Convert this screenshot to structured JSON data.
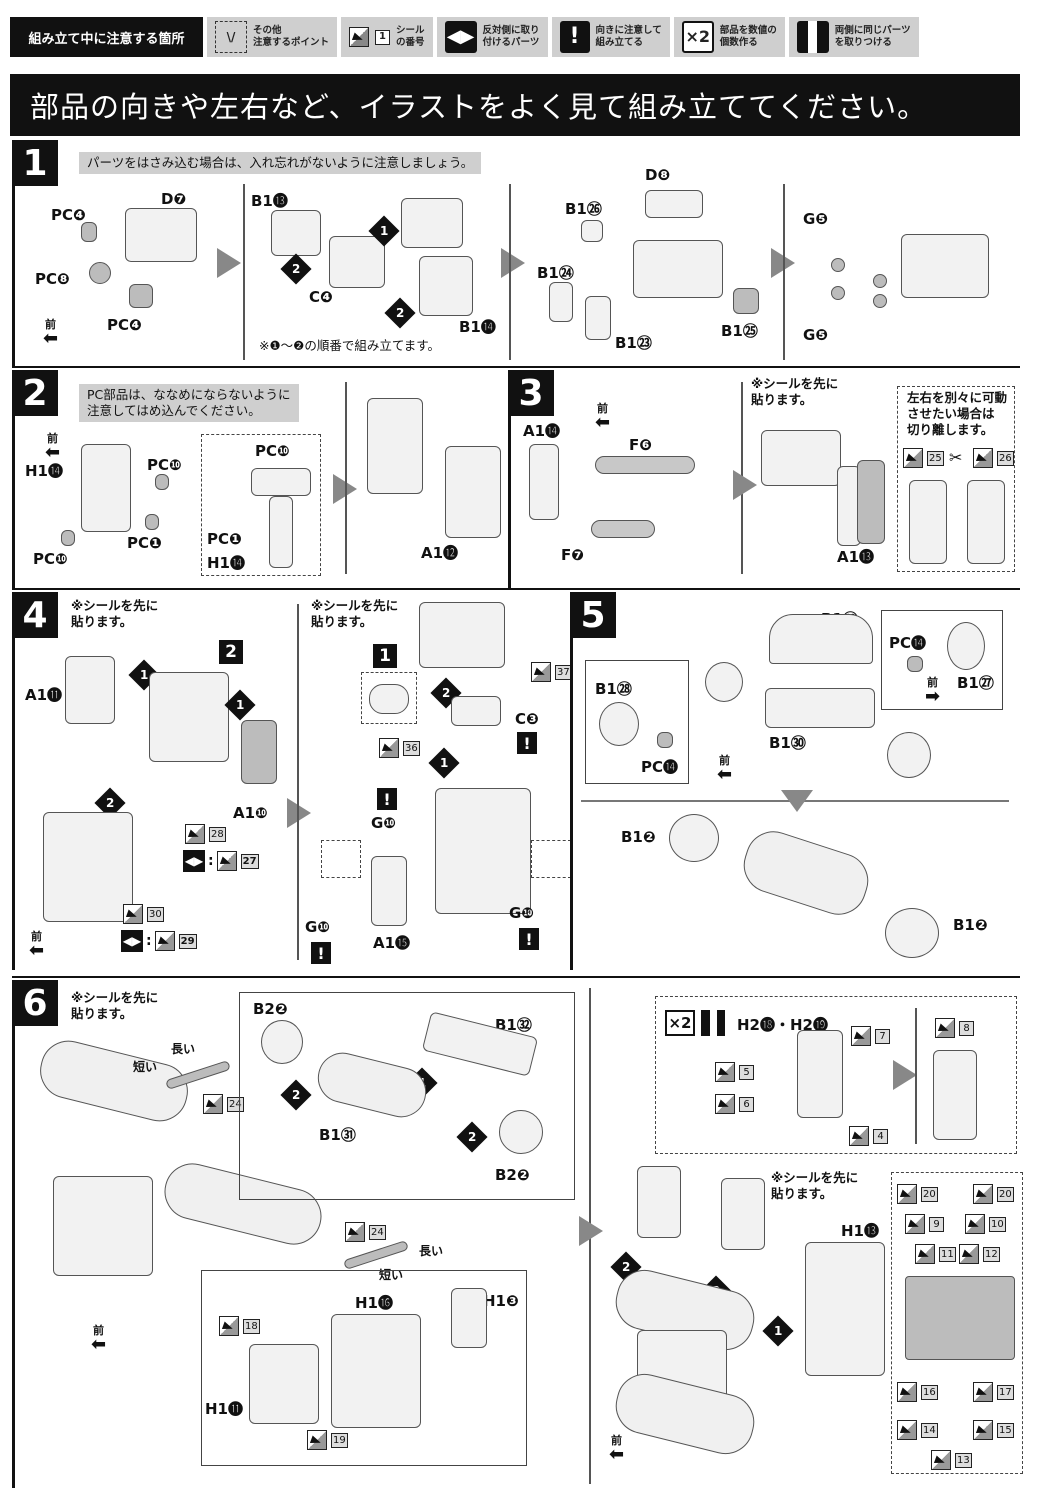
{
  "legend": {
    "title": "組み立て中に注意する箇所",
    "items": [
      {
        "icon": "other-point-icon",
        "label": "その他\n注意するポイント"
      },
      {
        "icon": "seal-icon",
        "num": "1",
        "label": "シール\nの番号"
      },
      {
        "icon": "mirror-parts-icon",
        "label": "反対側に取り\n付けるパーツ"
      },
      {
        "icon": "exclamation-icon",
        "label": "向きに注意して\n組み立てる"
      },
      {
        "icon": "times-two-icon",
        "badge": "×2",
        "label": "部品を数値の\n個数作る"
      },
      {
        "icon": "same-parts-both-sides-icon",
        "label": "両側に同じパーツ\nを取りつける"
      }
    ]
  },
  "banner": "部品の向きや左右など、イラストをよく見て組み立ててください。",
  "common": {
    "front": "前",
    "seal_first": "※シールを先に\n貼ります。",
    "excl": "!"
  },
  "steps": [
    {
      "num": "1",
      "note": "パーツをはさみ込む場合は、入れ忘れがないように注意しましょう。",
      "order_note": "※❶～❷の順番で組み立てます。",
      "parts": [
        "PC❹",
        "D❼",
        "PC❽",
        "PC❹",
        "B1⓭",
        "C❹",
        "B1⓮",
        "D❽",
        "B1㉖",
        "B1㉔",
        "B1㉓",
        "B1㉕",
        "G❺",
        "G❺"
      ],
      "orders": [
        "1",
        "2",
        "2"
      ]
    },
    {
      "num": "2",
      "note": "PC部品は、ななめにならないように\n注意してはめ込んでください。",
      "parts": [
        "H1⓮",
        "PC❿",
        "PC❶",
        "PC❿",
        "PC❿",
        "PC❶",
        "H1⓮",
        "A1⓬"
      ]
    },
    {
      "num": "3",
      "note_right": "左右を別々に可動\nさせたい場合は\n切り離します。",
      "parts": [
        "A1⓮",
        "F❻",
        "F❼",
        "A1⓭"
      ],
      "seals": [
        "25",
        "26"
      ]
    },
    {
      "num": "4",
      "parts": [
        "A1⓫",
        "A1❿",
        "C❸",
        "G❿",
        "G❿",
        "G❿",
        "A1⓯"
      ],
      "subassy": [
        "2",
        "1"
      ],
      "seals": [
        "28",
        "27",
        "30",
        "29",
        "36",
        "37"
      ],
      "orders": [
        "1",
        "1",
        "2",
        "2",
        "1"
      ]
    },
    {
      "num": "5",
      "parts": [
        "B1㉙",
        "B1㉘",
        "PC⓮",
        "B1㉚",
        "PC⓮",
        "B1㉗",
        "B1❷",
        "B1❷"
      ]
    },
    {
      "num": "6",
      "parts": [
        "B2❷",
        "B1㉜",
        "B1㉛",
        "B2❷",
        "H1⓰",
        "H1❸",
        "H1⓫",
        "H2⓲・H2⓳",
        "H1⓭"
      ],
      "long": "長い",
      "short": "短い",
      "x2": "×2",
      "seals_main": [
        "24",
        "24",
        "18",
        "19"
      ],
      "seals_h2": [
        "7",
        "5",
        "6",
        "4",
        "8"
      ],
      "seals_detail": [
        "20",
        "20",
        "9",
        "10",
        "11",
        "12",
        "16",
        "17",
        "14",
        "15",
        "13"
      ],
      "orders": [
        "1",
        "2",
        "2",
        "2",
        "2",
        "1"
      ]
    }
  ]
}
